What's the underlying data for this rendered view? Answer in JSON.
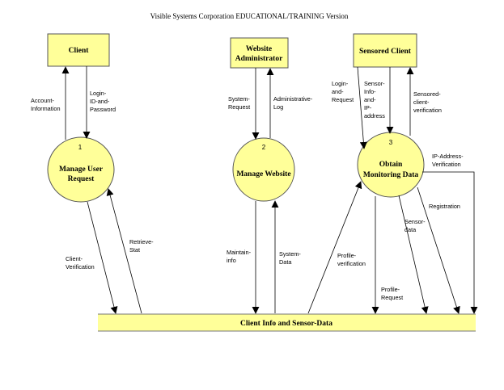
{
  "title": "Visible Systems Corporation EDUCATIONAL/TRAINING Version",
  "entities": {
    "client": "Client",
    "website_admin": [
      "Website",
      "Administrator"
    ],
    "sensored_client": "Sensored Client"
  },
  "processes": {
    "p1": {
      "number": "1",
      "label": [
        "Manage User",
        "Request"
      ]
    },
    "p2": {
      "number": "2",
      "label": [
        "Manage Website"
      ]
    },
    "p3": {
      "number": "3",
      "label": [
        "Obtain",
        "Monitoring Data"
      ]
    }
  },
  "data_store": "Client Info and Sensor-Data",
  "flows": {
    "account_information": [
      "Account-",
      "Information"
    ],
    "login_id_password": [
      "Login-",
      "ID-and-",
      "Password"
    ],
    "system_request": [
      "System-",
      "Request"
    ],
    "administrative_log": [
      "Administrative-",
      "Log"
    ],
    "login_and_request": [
      "Login-",
      "and-",
      "Request"
    ],
    "sensor_info_ip": [
      "Sensor-",
      "Info-",
      "and-",
      "IP-",
      "address"
    ],
    "sensored_client_verification": [
      "Sensored-",
      "client-",
      "verification"
    ],
    "ip_address_verification": [
      "IP-Address-",
      "Verification"
    ],
    "client_verification": [
      "Client-",
      "Verification"
    ],
    "retrieve_stat": [
      "Retrieve-",
      "Stat"
    ],
    "maintain_info": [
      "Maintain-",
      "info"
    ],
    "system_data": [
      "System-",
      "Data"
    ],
    "profile_verification": [
      "Profile-",
      "verification"
    ],
    "profile_request": [
      "Profile-",
      "Request"
    ],
    "sensor_data": [
      "Sensor-",
      "data"
    ],
    "registration": [
      "Registration"
    ]
  },
  "colors": {
    "fill": "#ffff99",
    "stroke": "#555555"
  }
}
